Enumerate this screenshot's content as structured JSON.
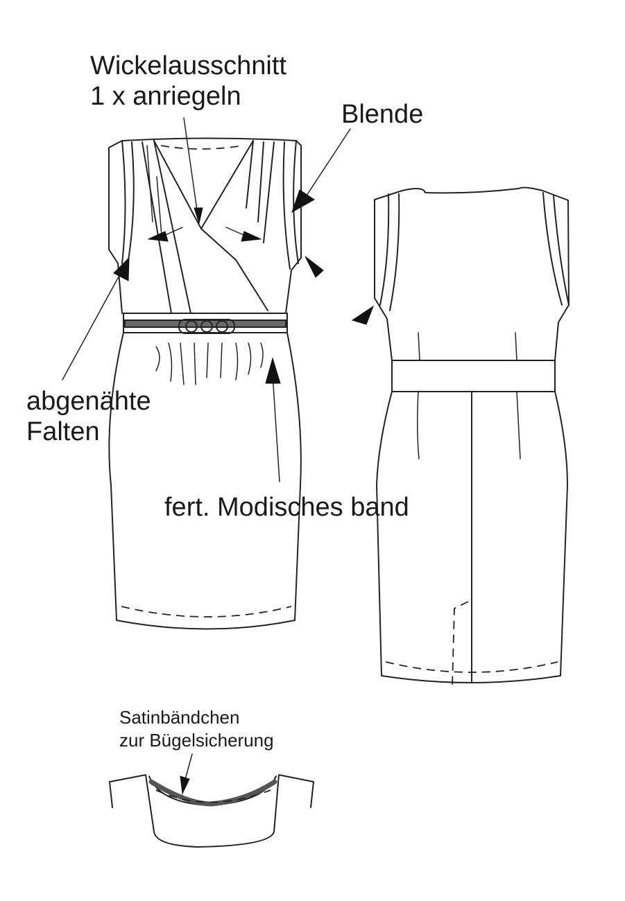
{
  "labels": {
    "wrap_neckline_line1": "Wickelausschnitt",
    "wrap_neckline_line2": "1 x anriegeln",
    "facing": "Blende",
    "stitched_pleats_line1": "abgenähte",
    "stitched_pleats_line2": "Falten",
    "ribbon": "fert. Modisches band",
    "satin_line1": "Satinbändchen",
    "satin_line2": "zur Bügelsicherung"
  },
  "colors": {
    "line": "#222222",
    "belt": "#6a6a6a",
    "background": "#ffffff"
  }
}
